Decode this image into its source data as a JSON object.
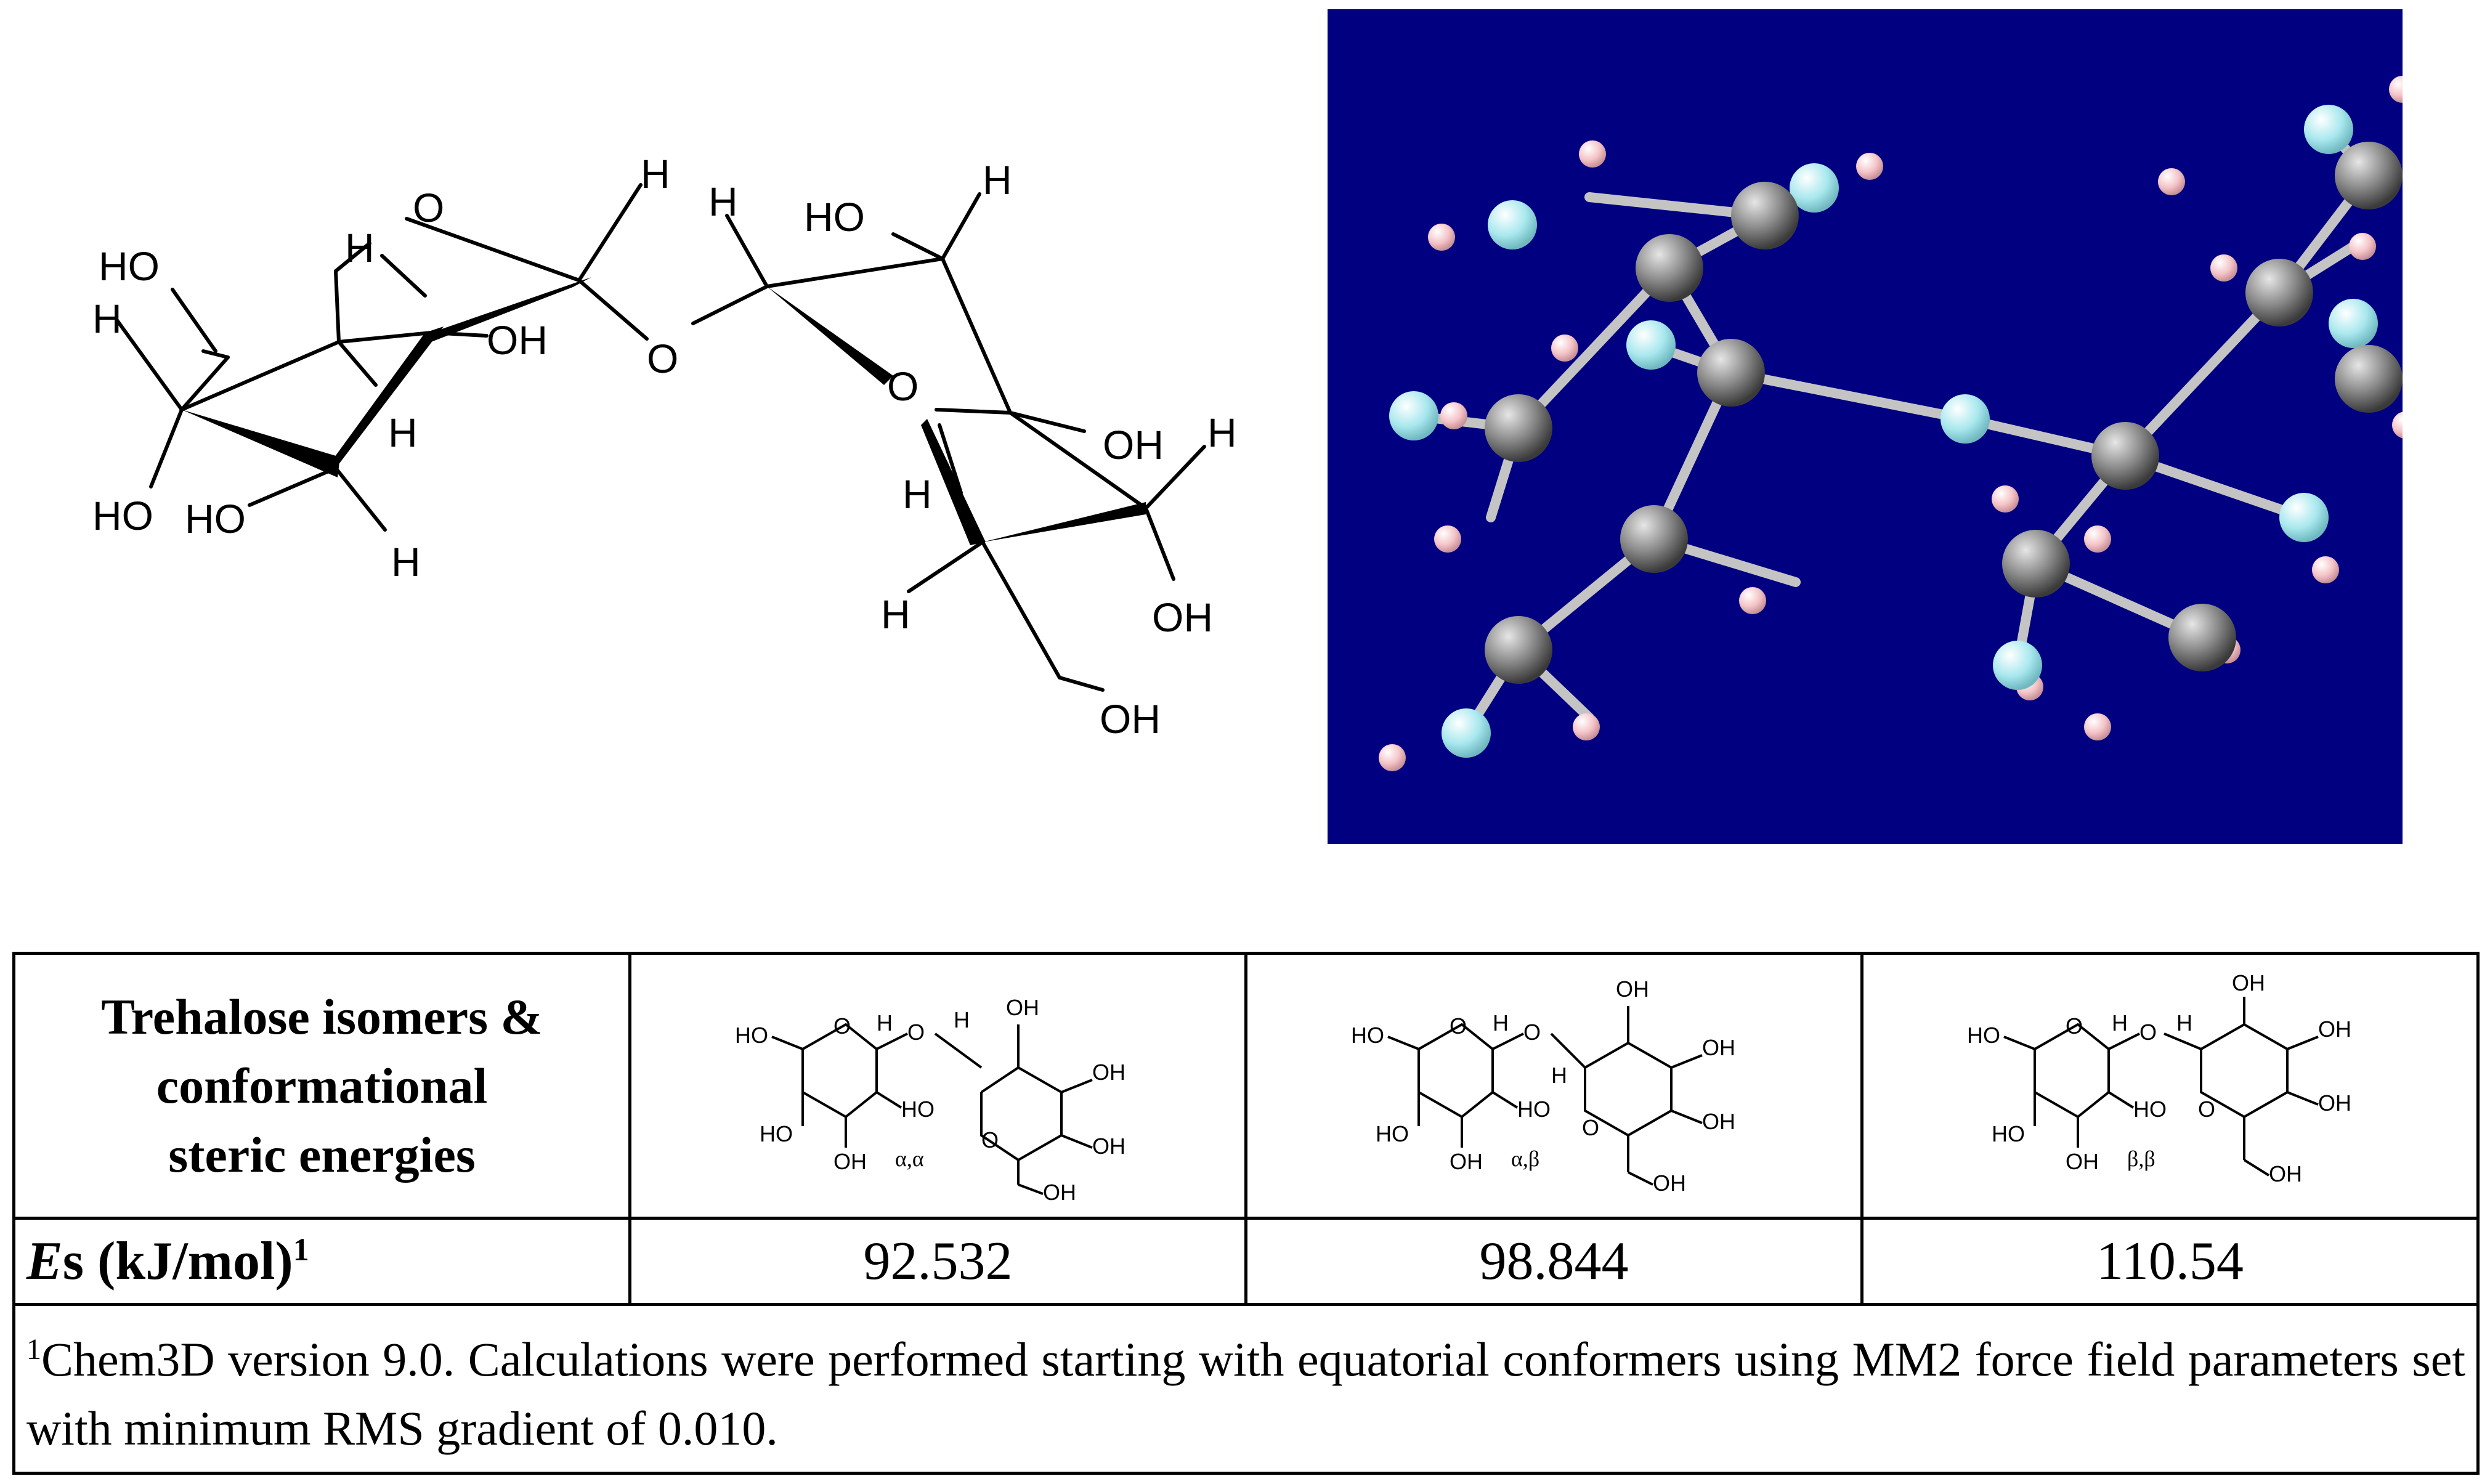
{
  "chair_structure": {
    "atoms": {
      "ho_top_left": "HO",
      "h_left": "H",
      "ring_o_left": "O",
      "h_ring_left": "H",
      "h_top_mid": "H",
      "oh_mid": "OH",
      "h_under": "H",
      "ho_bottom_1": "HO",
      "ho_bottom_2": "HO",
      "h_bottom": "H",
      "bridge_o": "O",
      "h_right_top_1": "H",
      "ho_right_top": "HO",
      "h_right_top_2": "H",
      "ring_o_right": "O",
      "oh_right_1": "OH",
      "h_right_2": "H",
      "h_right_3": "H",
      "h_right_4": "H",
      "oh_right_5": "OH",
      "oh_right_6": "OH"
    }
  },
  "ball_stick": {
    "background": "#000080",
    "carbon_color": "#8a8a8a",
    "oxygen_color": "#a8e8ee",
    "hydrogen_color": "#f4c4c8",
    "bond_color": "#c4c4c4"
  },
  "table": {
    "header": {
      "line1": "Trehalose isomers &",
      "line2": "conformational",
      "line3": "steric energies"
    },
    "isomers": [
      {
        "label": "α,α",
        "ho": "HO",
        "oh": "OH",
        "o": "O",
        "h": "H"
      },
      {
        "label": "α,β",
        "ho": "HO",
        "oh": "OH",
        "o": "O",
        "h": "H"
      },
      {
        "label": "β,β",
        "ho": "HO",
        "oh": "OH",
        "o": "O",
        "h": "H"
      }
    ],
    "es_label": {
      "italic": "E",
      "rest": "s (kJ/mol)",
      "sup": "1"
    },
    "es_values": [
      "92.532",
      "98.844",
      "110.54"
    ],
    "footnote": {
      "sup": "1",
      "text": "Chem3D version 9.0. Calculations were performed starting with equatorial conformers using MM2 force field parameters  set with minimum RMS gradient of 0.010."
    }
  }
}
